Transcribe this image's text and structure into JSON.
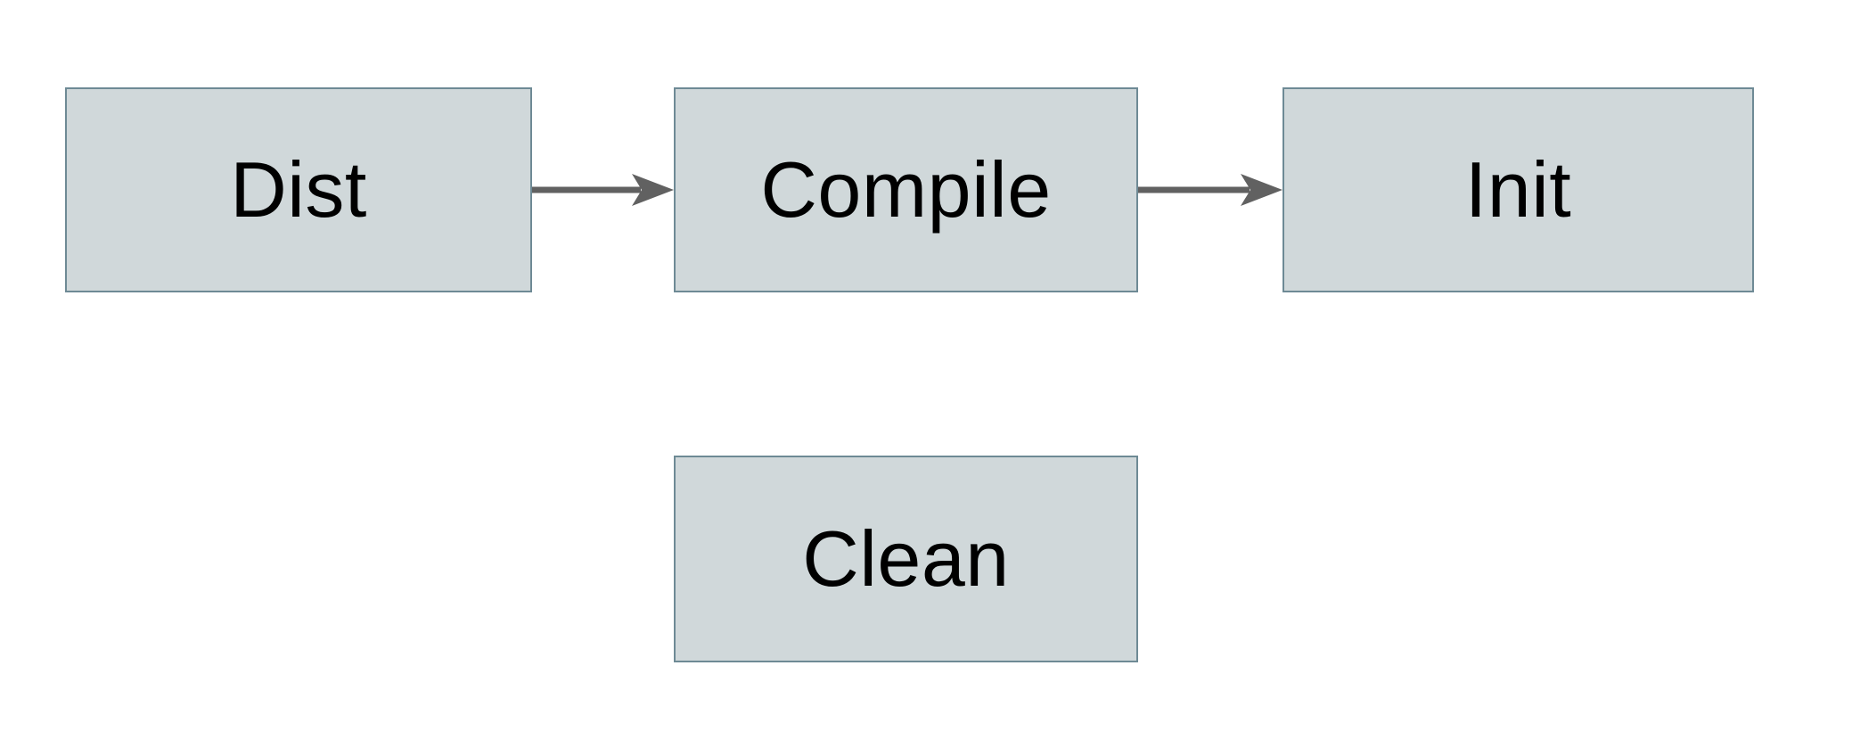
{
  "diagram": {
    "type": "flowchart",
    "nodes": [
      {
        "id": "dist",
        "label": "Dist"
      },
      {
        "id": "compile",
        "label": "Compile"
      },
      {
        "id": "init",
        "label": "Init"
      },
      {
        "id": "clean",
        "label": "Clean"
      }
    ],
    "edges": [
      {
        "from": "Dist",
        "to": "Compile",
        "style": "arrow"
      },
      {
        "from": "Compile",
        "to": "Init",
        "style": "arrow"
      }
    ],
    "colors": {
      "canvas_bg": "#ffffff",
      "box_fill": "#d0d8da",
      "box_border": "#6e8a95",
      "arrow_color": "#616161",
      "text_color": "#000000"
    }
  }
}
